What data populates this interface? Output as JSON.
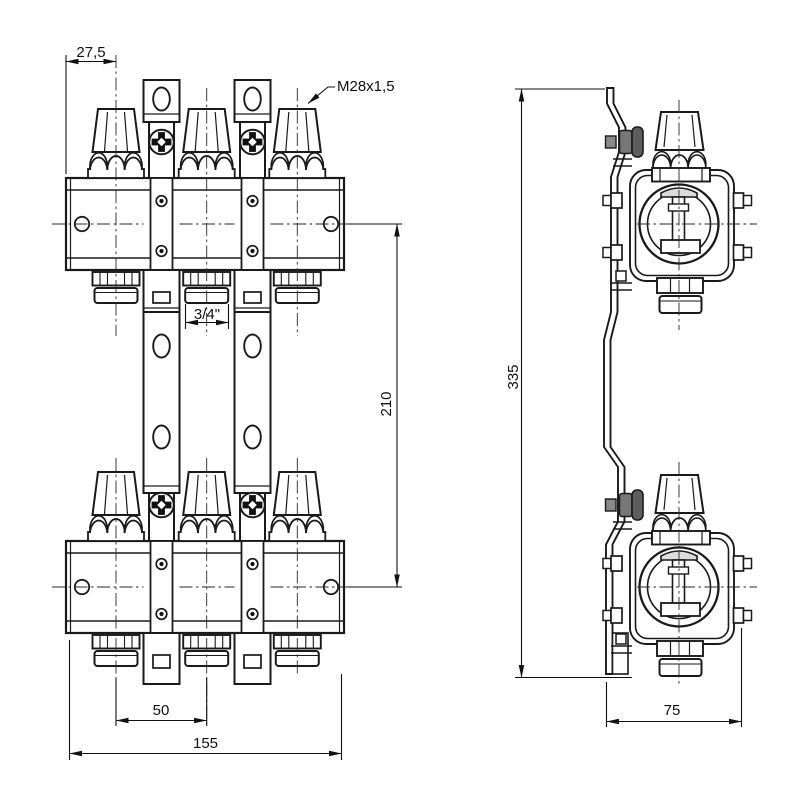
{
  "drawing": {
    "type": "technical-drawing",
    "subject": "heating manifold with flow valves, front and side view",
    "colors": {
      "line": "#1a1a1a",
      "background": "#ffffff",
      "hardware_fill": "#6e6e6e",
      "washer_fill": "#8a8a8a",
      "plate_shade": "#dcdcdc"
    },
    "labels": {
      "offset_left": "27,5",
      "thread": "M28x1,5",
      "outlet": "3/4\"",
      "center_distance": "210",
      "valve_spacing": "50",
      "total_width": "155",
      "total_height": "335",
      "depth": "75"
    }
  }
}
